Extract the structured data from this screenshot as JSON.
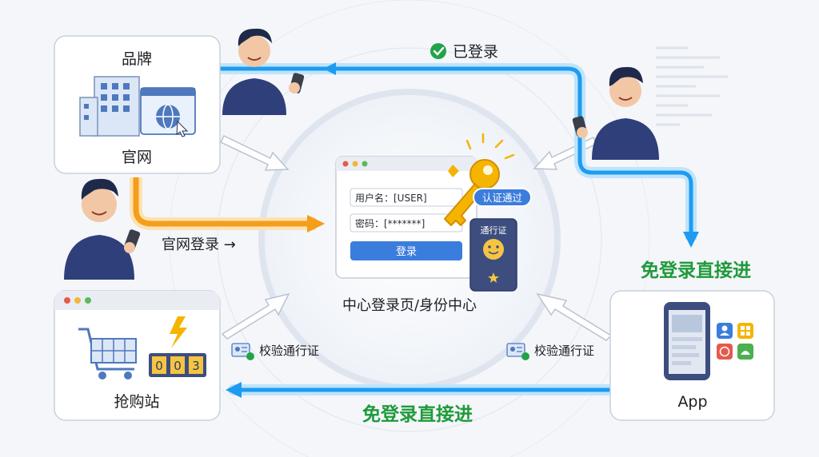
{
  "brand_card": {
    "title_top": "品牌",
    "title_bottom": "官网"
  },
  "shop_card": {
    "title": "抢购站",
    "counter": [
      "0",
      "0",
      "3"
    ]
  },
  "app_card": {
    "title": "App"
  },
  "center": {
    "title": "中心登录页/身份中心",
    "username_label": "用户名：[USER]",
    "password_label": "密码：[*******]",
    "login_button": "登录",
    "badge": "认证通过",
    "pass_card_label": "通行证"
  },
  "flows": {
    "logged_in": "已登录",
    "site_login": "官网登录 →",
    "direct_right": "免登录直接进",
    "direct_bottom": "免登录直接进",
    "verify_left": "校验通行证",
    "verify_right": "校验通行证"
  },
  "colors": {
    "blue_flow": "#29a3ee",
    "orange_flow": "#f5a623",
    "green_text": "#1f9a3a",
    "accent": "#3b7ddd"
  }
}
